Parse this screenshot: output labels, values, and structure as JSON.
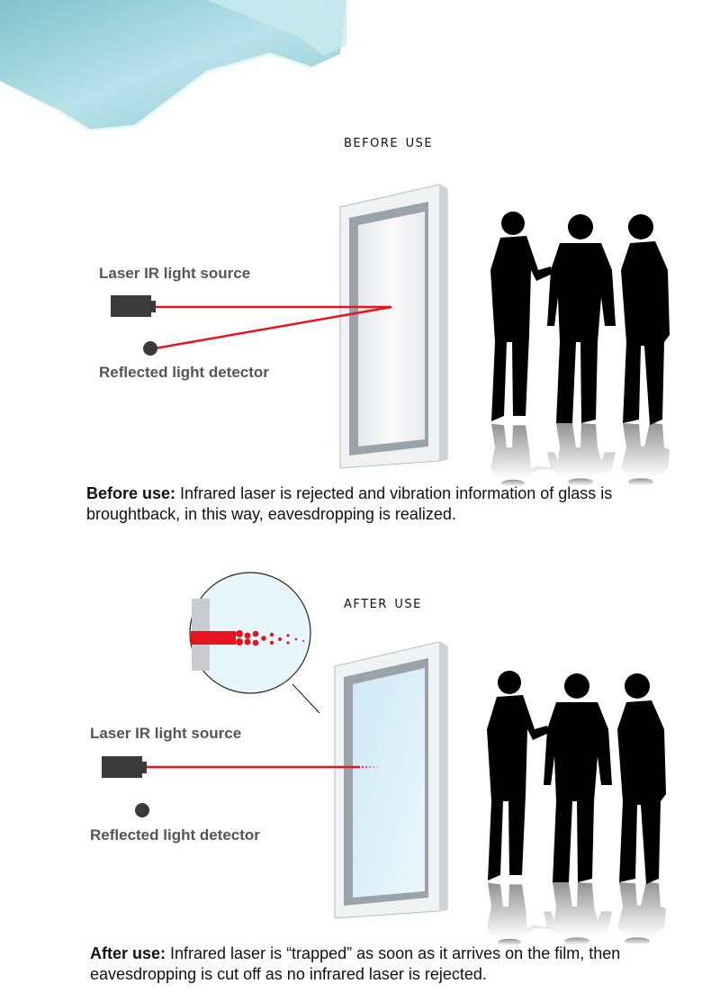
{
  "before": {
    "heading": "Before use",
    "laser_label": "Laser IR light source",
    "detector_label": "Reflected light detector",
    "caption_lead": "Before use:",
    "caption_text": " Infrared laser is rejected and vibration information of glass is broughtback, in this way,  eavesdropping is realized."
  },
  "after": {
    "heading": "After use",
    "laser_label": "Laser IR light source",
    "detector_label": "Reflected light detector",
    "caption_lead": "After use:",
    "caption_text": " Infrared laser is “trapped” as soon as it arrives on the film, then eavesdropping is cut off as no infrared laser is rejected."
  },
  "colors": {
    "laser": "#e8141c",
    "film": "#9fd3db",
    "text_gray": "#555555"
  }
}
